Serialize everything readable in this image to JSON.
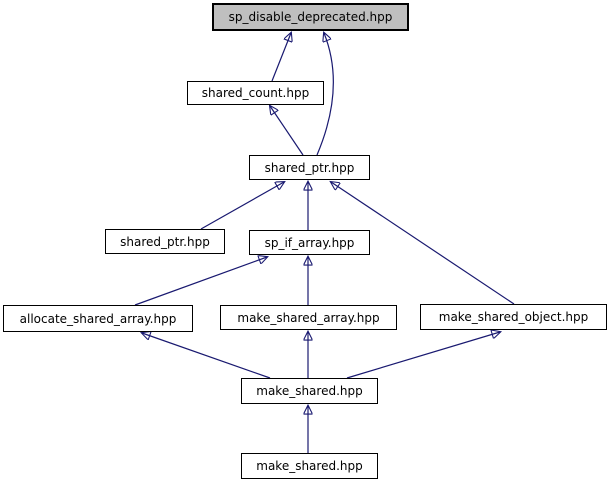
{
  "diagram": {
    "kind": "include-dependency-graph",
    "colors": {
      "edge": "#191970",
      "highlight_fill": "#bfbfbf",
      "node_fill": "#ffffff",
      "node_border": "#000000",
      "text": "#000000",
      "background": "#ffffff"
    },
    "nodes": {
      "sp_disable_deprecated": {
        "label": "sp_disable_deprecated.hpp",
        "highlighted": true
      },
      "shared_count": {
        "label": "shared_count.hpp",
        "highlighted": false
      },
      "shared_ptr_main": {
        "label": "shared_ptr.hpp",
        "highlighted": false
      },
      "shared_ptr_alias": {
        "label": "shared_ptr.hpp",
        "highlighted": false
      },
      "sp_if_array": {
        "label": "sp_if_array.hpp",
        "highlighted": false
      },
      "allocate_shared_array": {
        "label": "allocate_shared_array.hpp",
        "highlighted": false
      },
      "make_shared_array": {
        "label": "make_shared_array.hpp",
        "highlighted": false
      },
      "make_shared_object": {
        "label": "make_shared_object.hpp",
        "highlighted": false
      },
      "make_shared": {
        "label": "make_shared.hpp",
        "highlighted": false
      },
      "make_shared_alias": {
        "label": "make_shared.hpp",
        "highlighted": false
      }
    },
    "edges": [
      {
        "from": "shared_count",
        "to": "sp_disable_deprecated"
      },
      {
        "from": "shared_ptr_main",
        "to": "sp_disable_deprecated"
      },
      {
        "from": "shared_ptr_main",
        "to": "shared_count"
      },
      {
        "from": "shared_ptr_alias",
        "to": "shared_ptr_main"
      },
      {
        "from": "sp_if_array",
        "to": "shared_ptr_main"
      },
      {
        "from": "make_shared_object",
        "to": "shared_ptr_main"
      },
      {
        "from": "allocate_shared_array",
        "to": "sp_if_array"
      },
      {
        "from": "make_shared_array",
        "to": "sp_if_array"
      },
      {
        "from": "make_shared",
        "to": "allocate_shared_array"
      },
      {
        "from": "make_shared",
        "to": "make_shared_array"
      },
      {
        "from": "make_shared",
        "to": "make_shared_object"
      },
      {
        "from": "make_shared_alias",
        "to": "make_shared"
      }
    ]
  }
}
